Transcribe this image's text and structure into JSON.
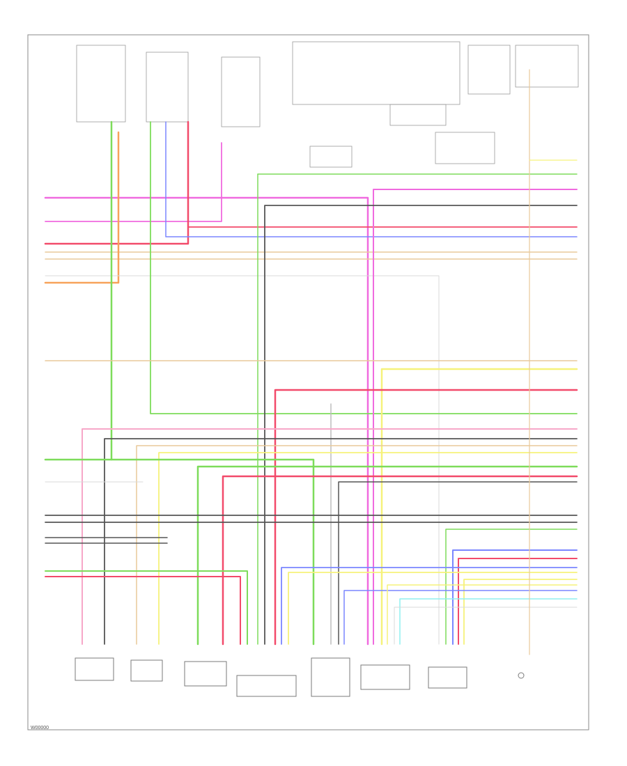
{
  "diagram": {
    "footer_code": "W00000",
    "colors": {
      "green": "#7ddc5a",
      "orange": "#f7a25a",
      "magenta": "#f06adf",
      "pink": "#f7a7c8",
      "red": "#f24a6a",
      "blue": "#7a86ff",
      "yellow": "#f6f27a",
      "tan": "#e8c99a",
      "black": "#555555",
      "gray": "#bdbdbd",
      "cyan": "#8ff0f0",
      "outline": "#7a7a7a"
    },
    "components": [
      {
        "id": "c1"
      },
      {
        "id": "c2"
      },
      {
        "id": "c3"
      },
      {
        "id": "c4"
      },
      {
        "id": "c5"
      },
      {
        "id": "c6"
      },
      {
        "id": "c7"
      },
      {
        "id": "c8"
      },
      {
        "id": "c9"
      }
    ]
  }
}
